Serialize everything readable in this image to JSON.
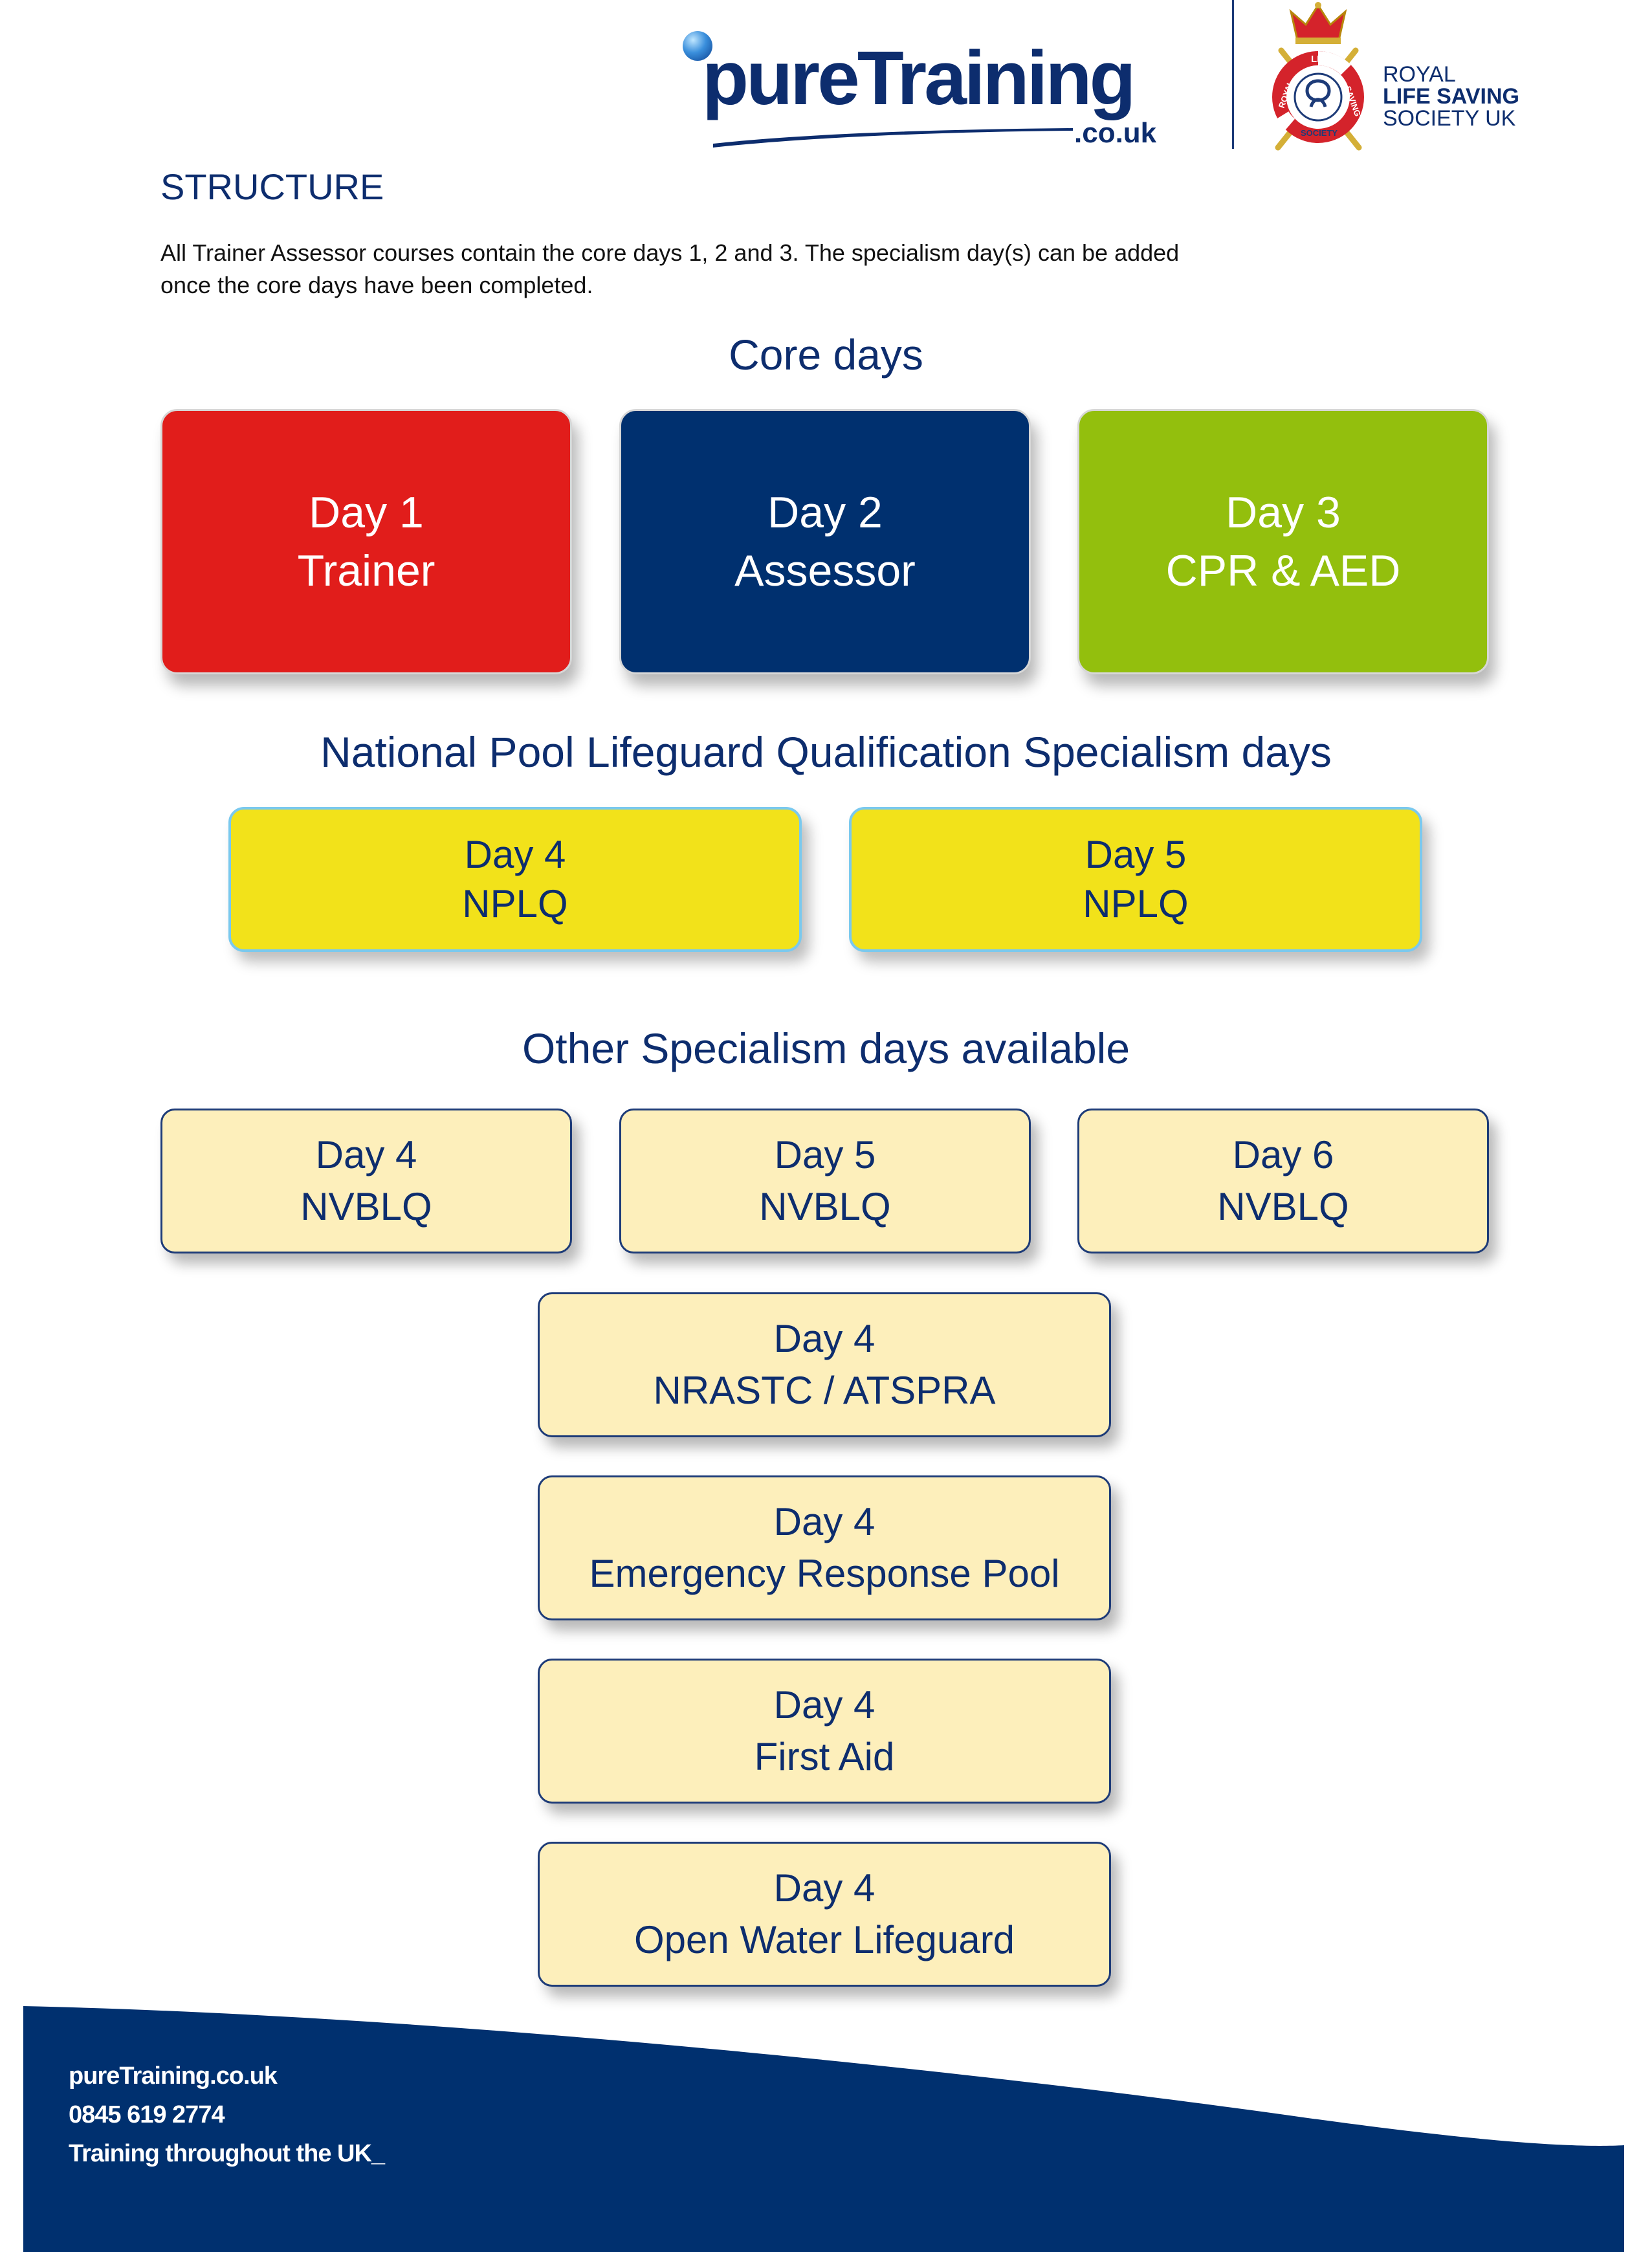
{
  "header": {
    "logo_main": "pureTraining",
    "logo_domain": ".co.uk",
    "partner_line1": "ROYAL",
    "partner_line2": "LIFE SAVING",
    "partner_line3": "SOCIETY UK",
    "crest_text": [
      "LIFE",
      "SAVING",
      "SOCIETY",
      "ROYAL"
    ]
  },
  "intro": {
    "title": "STRUCTURE",
    "text_line1": "All Trainer Assessor courses contain the core days 1, 2 and 3. The specialism day(s) can be added",
    "text_line2": "once the core days have been completed."
  },
  "core": {
    "heading": "Core days",
    "days": [
      {
        "day": "Day 1",
        "name": "Trainer",
        "color": "#e11d1b"
      },
      {
        "day": "Day 2",
        "name": "Assessor",
        "color": "#00306f"
      },
      {
        "day": "Day 3",
        "name": "CPR & AED",
        "color": "#93bf0d"
      }
    ]
  },
  "nplq": {
    "heading": "National Pool Lifeguard Qualification Specialism days",
    "days": [
      {
        "day": "Day 4",
        "name": "NPLQ"
      },
      {
        "day": "Day 5",
        "name": "NPLQ"
      }
    ],
    "color": "#f2e21a"
  },
  "other": {
    "heading": "Other Specialism days available",
    "days": [
      {
        "day": "Day 4",
        "name": "NVBLQ"
      },
      {
        "day": "Day 5",
        "name": "NVBLQ"
      },
      {
        "day": "Day 6",
        "name": "NVBLQ"
      },
      {
        "day": "Day 4",
        "name": "NRASTC / ATSPRA"
      },
      {
        "day": "Day 4",
        "name": "Emergency Response Pool"
      },
      {
        "day": "Day 4",
        "name": "First Aid"
      },
      {
        "day": "Day 4",
        "name": "Open Water Lifeguard"
      }
    ],
    "color": "#fdefbb"
  },
  "footer": {
    "website": "pureTraining.co.uk",
    "phone": "0845 619 2774",
    "tagline": " Training throughout the UK_",
    "color": "#00306f"
  }
}
